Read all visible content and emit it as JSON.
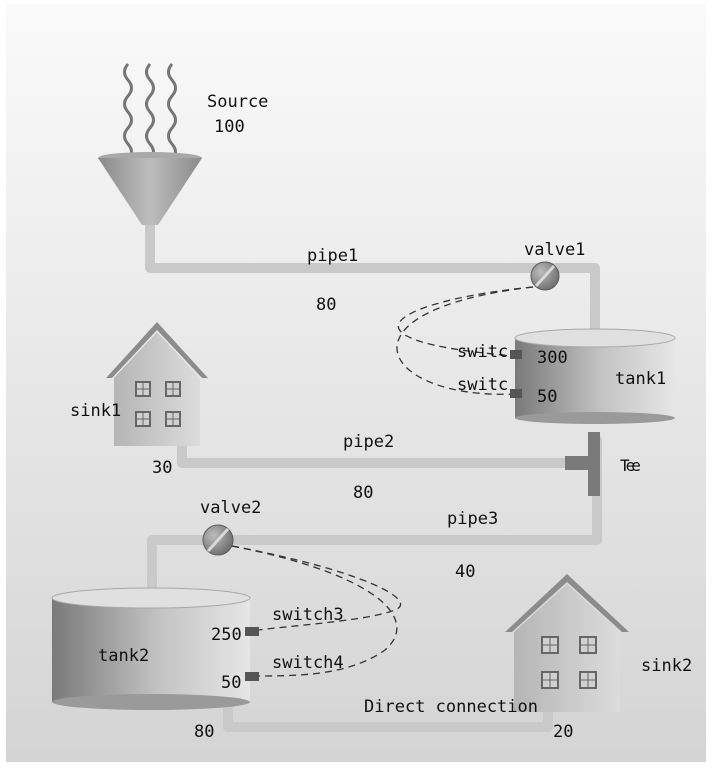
{
  "source": {
    "label": "Source",
    "value": "100"
  },
  "pipe1": {
    "label": "pipe1",
    "value": "80"
  },
  "valve1": {
    "label": "valve1"
  },
  "tank1": {
    "label": "tank1",
    "high_level": "300",
    "low_level": "50"
  },
  "switch1": {
    "label": "switc"
  },
  "switch2": {
    "label": "switc"
  },
  "sink1": {
    "label": "sink1",
    "value": "30"
  },
  "pipe2": {
    "label": "pipe2",
    "value": "80"
  },
  "tee": {
    "label": "Tee"
  },
  "valve2": {
    "label": "valve2"
  },
  "pipe3": {
    "label": "pipe3",
    "value": "40"
  },
  "tank2": {
    "label": "tank2",
    "high_level": "250",
    "low_level": "50",
    "value": "80"
  },
  "switch3": {
    "label": "switch3"
  },
  "switch4": {
    "label": "switch4"
  },
  "direct_connection": {
    "label": "Direct connection"
  },
  "sink2": {
    "label": "sink2",
    "value": "20"
  }
}
